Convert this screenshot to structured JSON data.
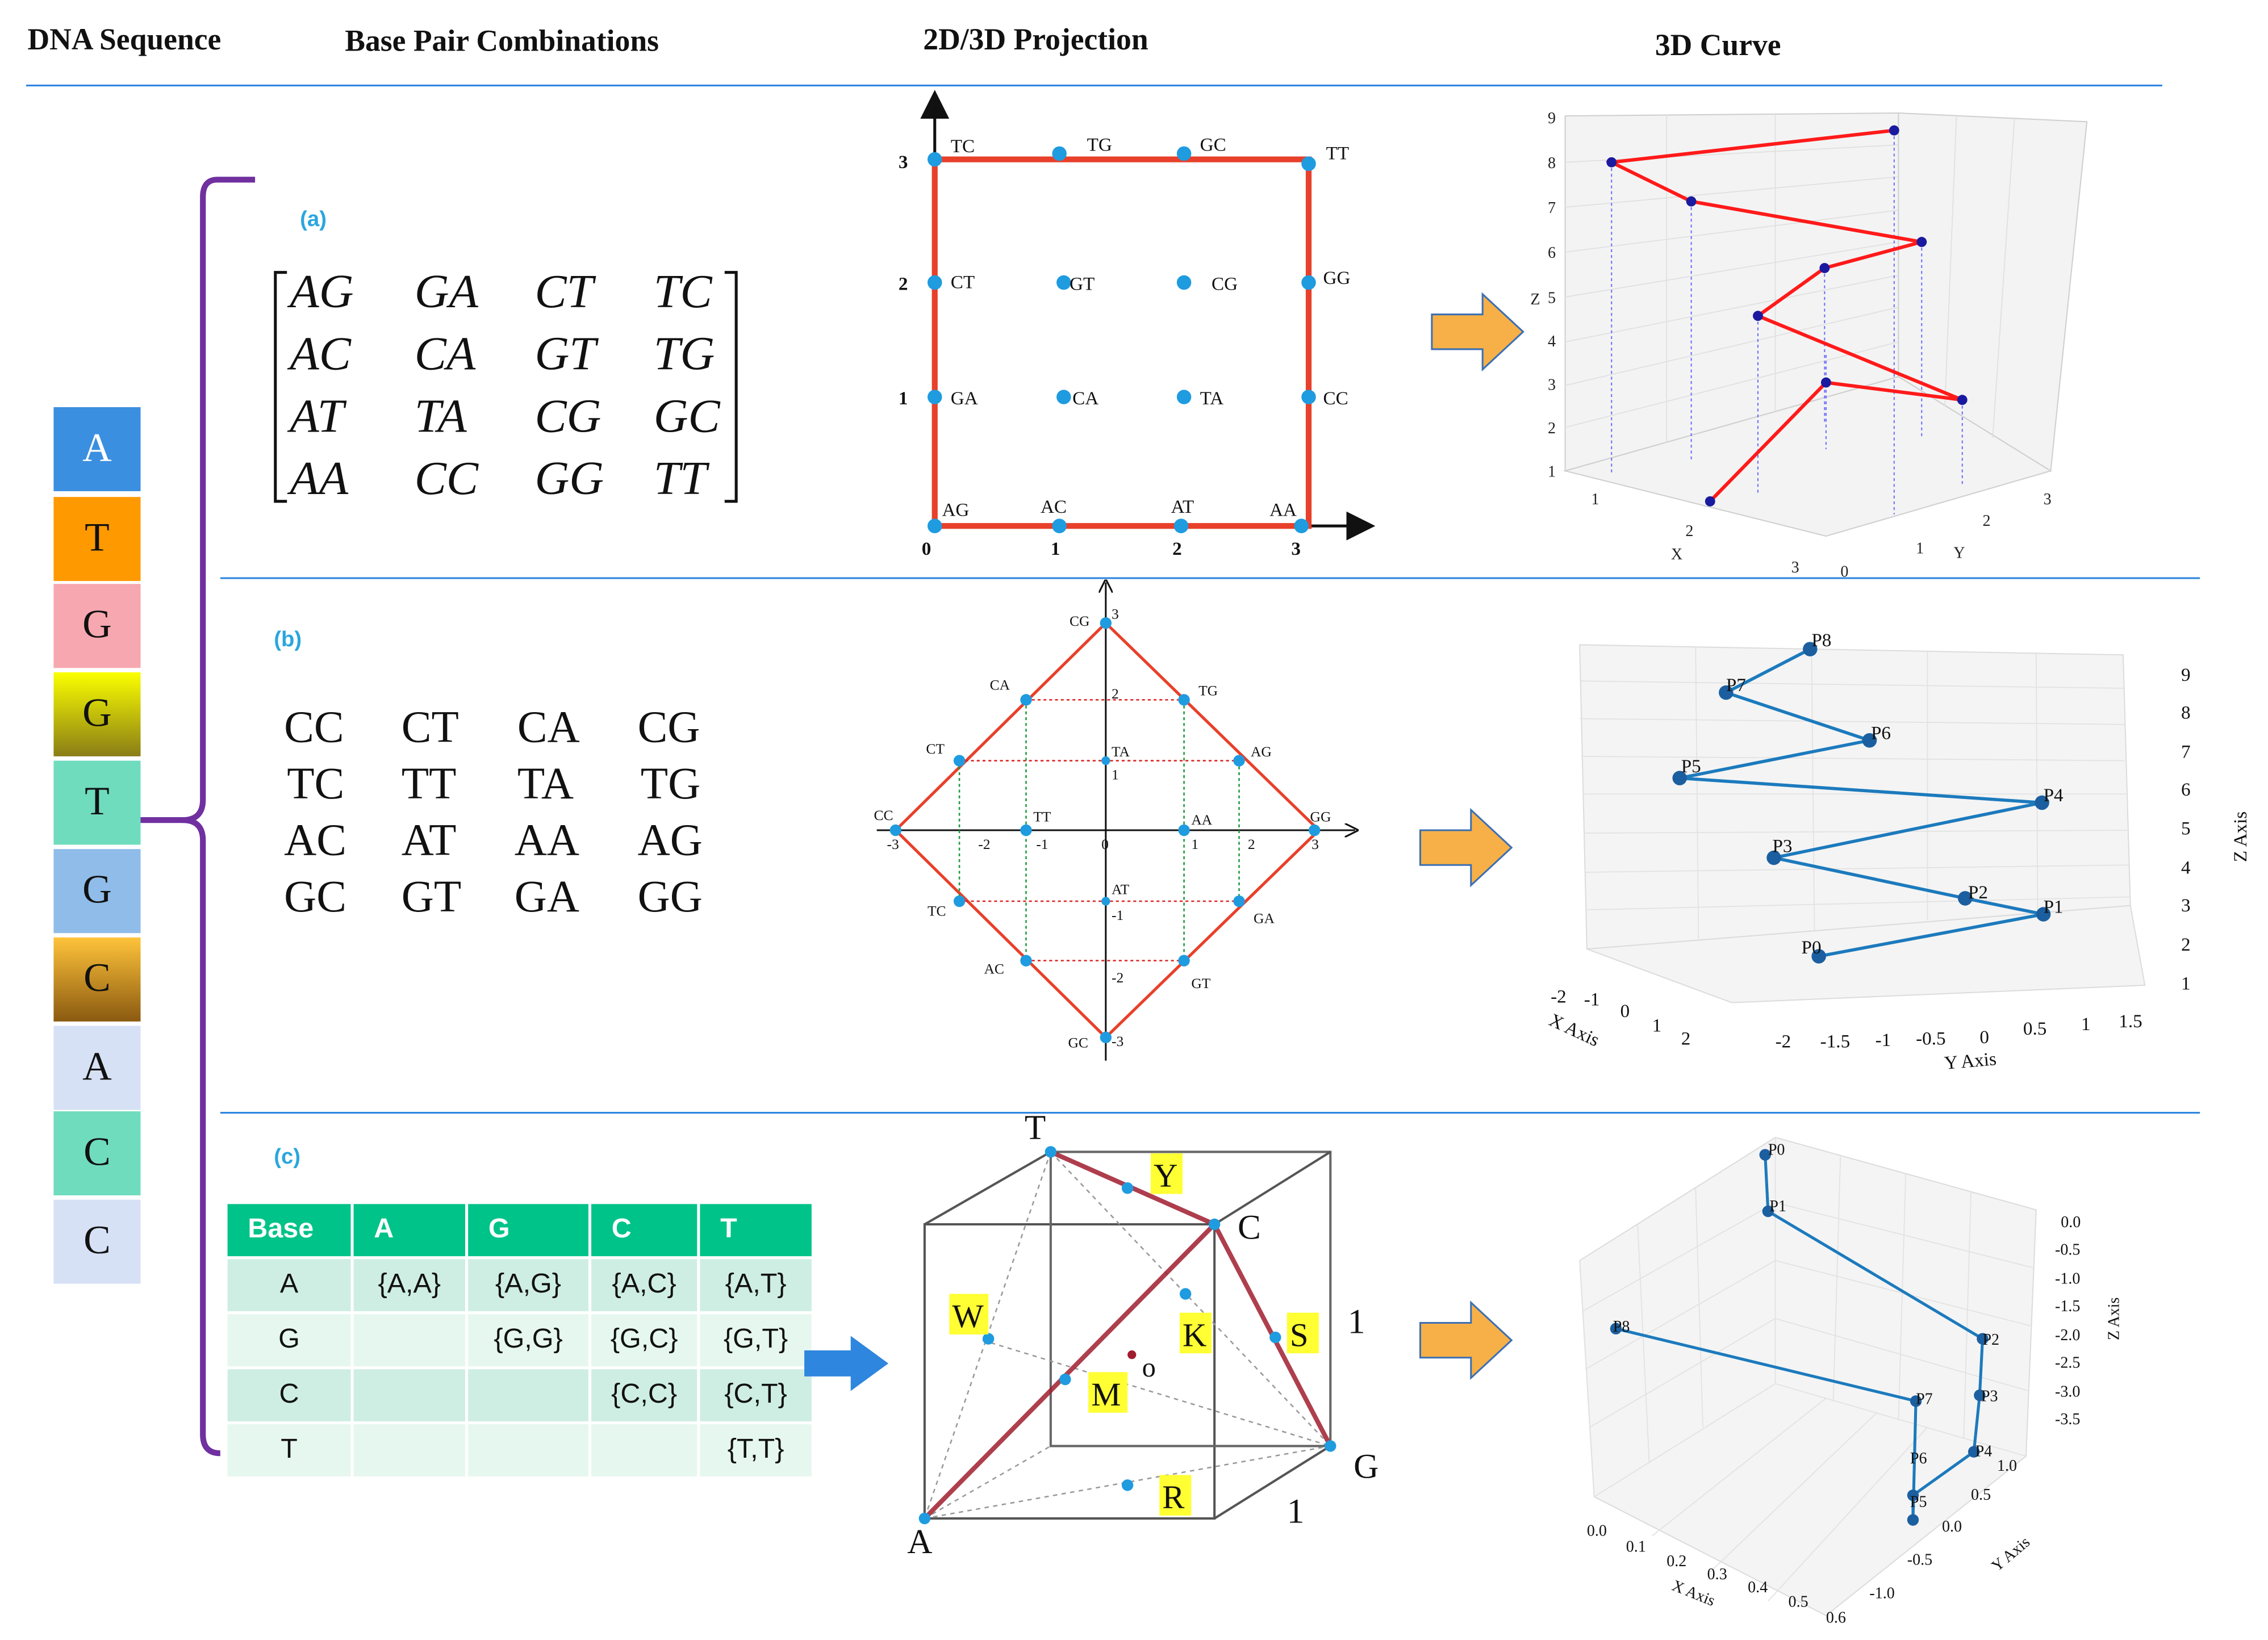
{
  "headers": {
    "dna_sequence": "DNA Sequence",
    "base_pair_combinations": "Base Pair Combinations",
    "projection": "2D/3D Projection",
    "curve": "3D Curve"
  },
  "dna_sequence": [
    "A",
    "T",
    "G",
    "G",
    "T",
    "G",
    "C",
    "A",
    "C",
    "C"
  ],
  "colors": {
    "A1": "#3b8fe0",
    "T1": "#ff9900",
    "G1": "#f7a7b0",
    "G2": "#e2e000",
    "T2": "#6fdcbe",
    "G3": "#8fbce9",
    "C1": "#ffc33a",
    "A2": "#d6e1f5",
    "C2": "#6fdcbe",
    "C3": "#d6e1f5",
    "brace": "#7030a0",
    "line": "#2e86de",
    "square": "#e8402a",
    "point": "#1f9be0",
    "arrow": "#f7b047"
  },
  "panel_a": {
    "label": "(a)",
    "matrix": [
      [
        "AG",
        "GA",
        "CT",
        "TC"
      ],
      [
        "AC",
        "CA",
        "GT",
        "TG"
      ],
      [
        "AT",
        "TA",
        "CG",
        "GC"
      ],
      [
        "AA",
        "CC",
        "GG",
        "TT"
      ]
    ],
    "grid_points": [
      [
        "TC",
        "TG",
        "GC",
        "TT"
      ],
      [
        "CT",
        "GT",
        "CG",
        "GG"
      ],
      [
        "GA",
        "CA",
        "TA",
        "CC"
      ],
      [
        "AG",
        "AC",
        "AT",
        "AA"
      ]
    ],
    "axis_ticks": [
      "0",
      "1",
      "2",
      "3"
    ],
    "curve_z_ticks": [
      "1",
      "2",
      "3",
      "4",
      "5",
      "6",
      "7",
      "8",
      "9"
    ],
    "curve_x_ticks": [
      "1",
      "2",
      "3"
    ],
    "curve_y_ticks": [
      "0",
      "1",
      "2",
      "3"
    ],
    "curve_xlabel": "X",
    "curve_ylabel": "Y",
    "curve_zlabel": "Z"
  },
  "panel_b": {
    "label": "(b)",
    "grid": [
      [
        "CC",
        "CT",
        "CA",
        "CG"
      ],
      [
        "TC",
        "TT",
        "TA",
        "TG"
      ],
      [
        "AC",
        "AT",
        "AA",
        "AG"
      ],
      [
        "GC",
        "GT",
        "GA",
        "GG"
      ]
    ],
    "diamond_labels": [
      "CG",
      "CA",
      "TG",
      "CT",
      "AG",
      "TA",
      "CC",
      "TT",
      "AA",
      "GG",
      "AT",
      "TC",
      "GA",
      "AC",
      "GT",
      "GC"
    ],
    "diamond_ticks": [
      "3",
      "2",
      "1",
      "-1",
      "-2",
      "-3"
    ],
    "curve_points": [
      "P0",
      "P1",
      "P2",
      "P3",
      "P4",
      "P5",
      "P6",
      "P7",
      "P8"
    ],
    "curve_z_ticks": [
      "1",
      "2",
      "3",
      "4",
      "5",
      "6",
      "7",
      "8",
      "9"
    ],
    "curve_x_ticks": [
      "-2",
      "-1",
      "0",
      "1",
      "2"
    ],
    "curve_y_ticks": [
      "-2",
      "-1.5",
      "-1",
      "-0.5",
      "0",
      "0.5",
      "1",
      "1.5"
    ],
    "curve_xlabel": "X Axis",
    "curve_ylabel": "Y Axis",
    "curve_zlabel": "Z Axis"
  },
  "panel_c": {
    "label": "(c)",
    "table_header": [
      "Base",
      "A",
      "G",
      "C",
      "T"
    ],
    "table_rows": [
      [
        "A",
        "{A,A}",
        "{A,G}",
        "{A,C}",
        "{A,T}"
      ],
      [
        "G",
        "",
        "{G,G}",
        "{G,C}",
        "{G,T}"
      ],
      [
        "C",
        "",
        "",
        "{C,C}",
        "{C,T}"
      ],
      [
        "T",
        "",
        "",
        "",
        "{T,T}"
      ]
    ],
    "cube_vertices": [
      "T",
      "C",
      "G",
      "A"
    ],
    "cube_points": [
      "Y",
      "W",
      "K",
      "S",
      "M",
      "R",
      "o"
    ],
    "cube_edge_label": "1",
    "curve_points": [
      "P0",
      "P1",
      "P2",
      "P3",
      "P4",
      "P5",
      "P6",
      "P7",
      "P8"
    ],
    "curve_z_ticks": [
      "0.0",
      "-0.5",
      "-1.0",
      "-1.5",
      "-2.0",
      "-2.5",
      "-3.0",
      "-3.5"
    ],
    "curve_x_ticks": [
      "0.0",
      "0.1",
      "0.2",
      "0.3",
      "0.4",
      "0.5",
      "0.6"
    ],
    "curve_y_ticks": [
      "1.0",
      "0.5",
      "0.0",
      "-0.5",
      "-1.0"
    ],
    "curve_xlabel": "X Axis",
    "curve_ylabel": "Y Axis",
    "curve_zlabel": "Z Axis"
  }
}
